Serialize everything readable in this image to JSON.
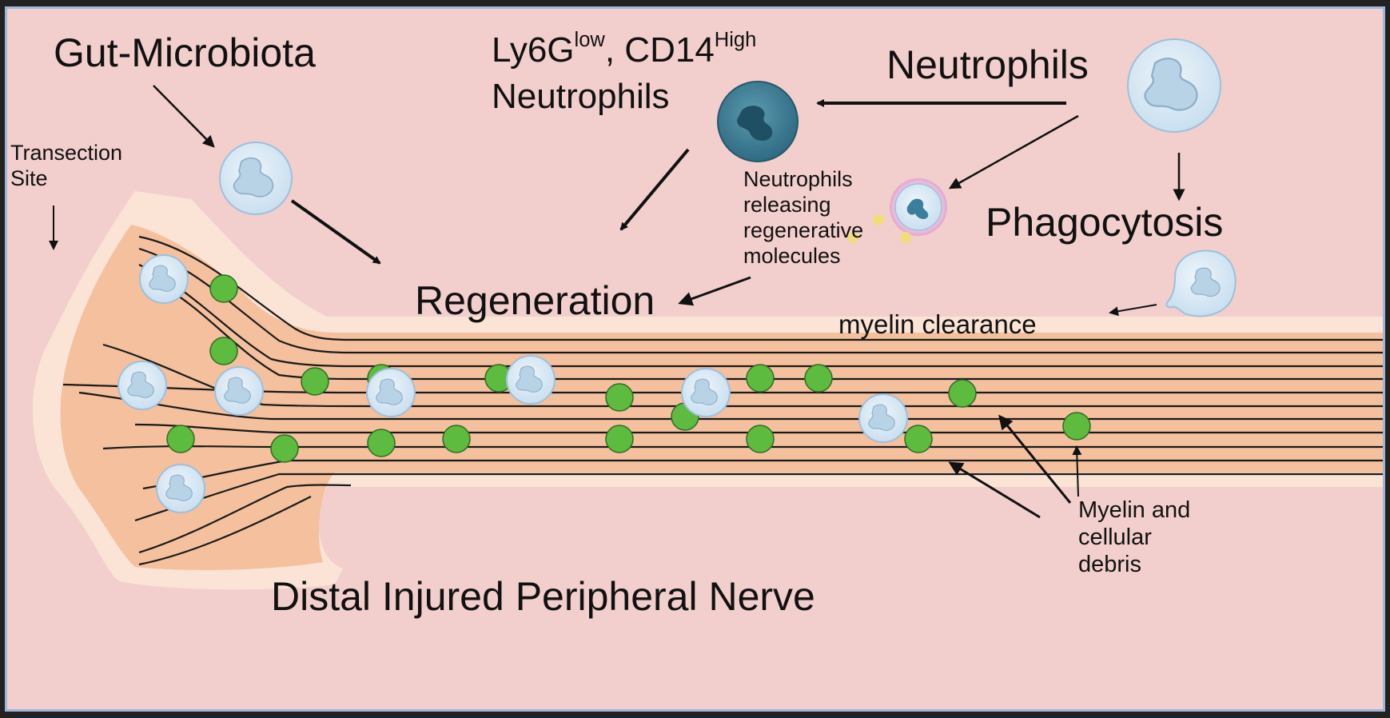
{
  "labels": {
    "gut_microbiota": "Gut-Microbiota",
    "ly6g_prefix": "Ly6G",
    "ly6g_sup": "low",
    "cd14_prefix": ", CD14",
    "cd14_sup": "High",
    "ly6g_line2": "Neutrophils",
    "neutrophils": "Neutrophils",
    "transection_line1": "Transection",
    "transection_line2": "Site",
    "releasing_1": "Neutrophils",
    "releasing_2": "releasing",
    "releasing_3": "regenerative",
    "releasing_4": "molecules",
    "phagocytosis": "Phagocytosis",
    "regeneration": "Regeneration",
    "myelin_clearance": "myelin clearance",
    "debris_1": "Myelin and",
    "debris_2": "cellular",
    "debris_3": "debris",
    "footer_title": "Distal Injured Peripheral Nerve"
  },
  "colors": {
    "background": "#f2cfcd",
    "nerve_outer": "#fbe3d6",
    "nerve_inner": "#f4c09e",
    "neutrophil_fill": "#d7e7f2",
    "neutrophil_stroke": "#9ec0da",
    "activated_neutrophil": "#3f7f96",
    "myelin_debris": "#5dbb3f",
    "border": "#9db8d6"
  },
  "icons": {
    "neutrophil": "neutrophil-cell-icon",
    "activated_neutrophil": "activated-neutrophil-icon",
    "phagocyte": "phagocytosing-neutrophil-icon",
    "debris": "myelin-debris-icon"
  }
}
